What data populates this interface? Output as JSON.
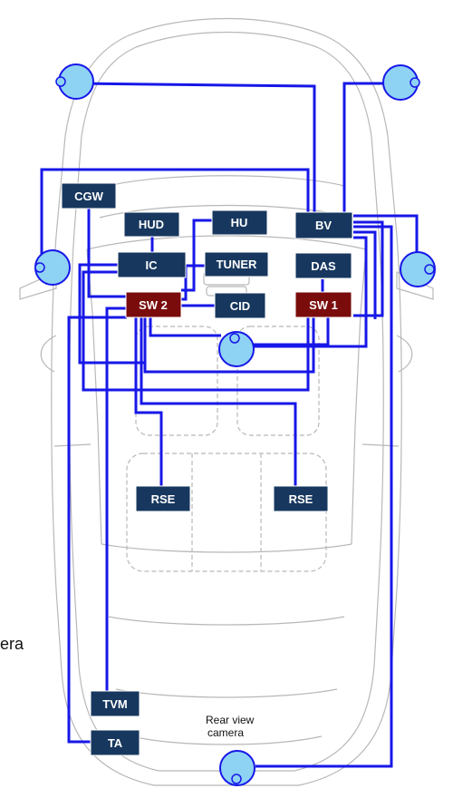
{
  "colors": {
    "network_wire": "#1717e8",
    "ecu_fill": "#17375e",
    "switch_fill": "#7a0c0c",
    "camera_fill": "#8fd3f4",
    "car_outline": "#b8b8b8"
  },
  "ecus": {
    "cgw": "CGW",
    "hud": "HUD",
    "hu": "HU",
    "bv": "BV",
    "ic": "IC",
    "tuner": "TUNER",
    "das": "DAS",
    "sw2": "SW 2",
    "cid": "CID",
    "sw1": "SW 1",
    "rse_left": "RSE",
    "rse_right": "RSE",
    "tvm": "TVM",
    "ta": "TA"
  },
  "cameras": [
    "front-left",
    "front-right",
    "side-left",
    "side-right",
    "interior",
    "rear"
  ],
  "labels": {
    "rear_camera_line1": "Rear view",
    "rear_camera_line2": "camera",
    "cut_text": "era"
  }
}
